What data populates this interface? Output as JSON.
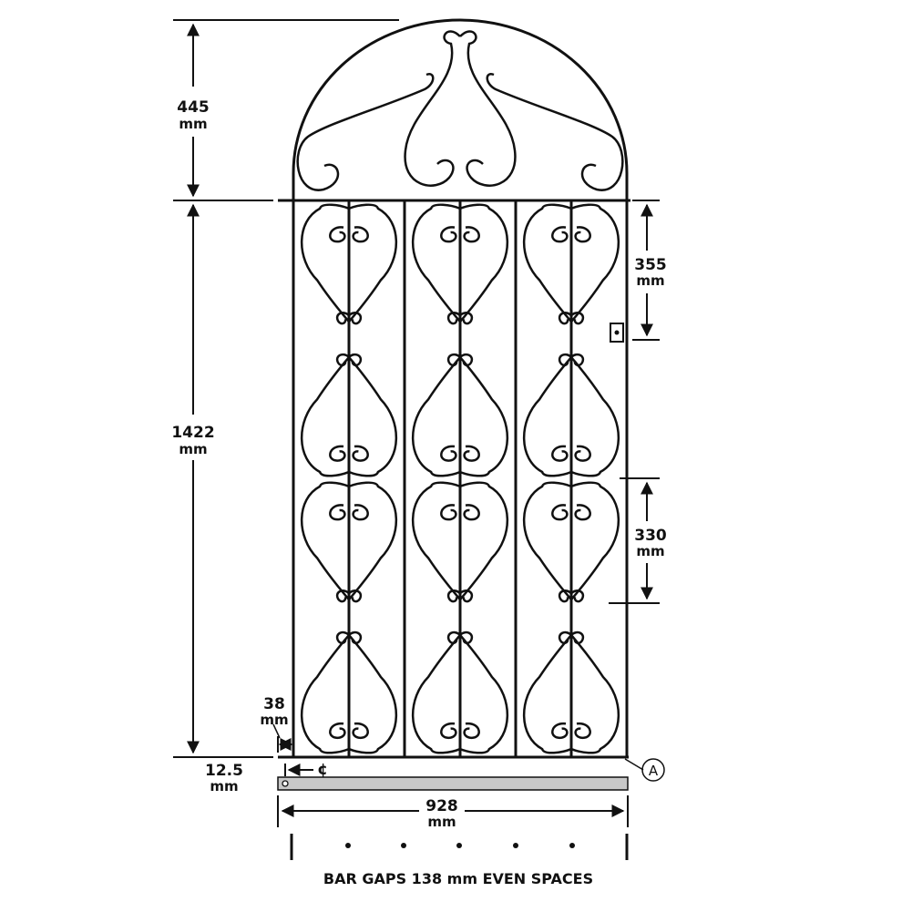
{
  "colors": {
    "ink": "#111111",
    "bottom_rail": "#c8c8c8"
  },
  "dimensions": {
    "arch_height": {
      "value": "445",
      "unit": "mm"
    },
    "gate_height": {
      "value": "1422",
      "unit": "mm"
    },
    "scroll_upper": {
      "value": "355",
      "unit": "mm"
    },
    "scroll_lower": {
      "value": "330",
      "unit": "mm"
    },
    "bar_offset": {
      "value": "38",
      "unit": "mm"
    },
    "hinge_offset": {
      "value": "12.5",
      "unit": "mm"
    },
    "total_width": {
      "value": "928",
      "unit": "mm"
    }
  },
  "centerline_symbol": "¢",
  "callout_label": "A",
  "caption": "BAR GAPS 138 mm EVEN SPACES"
}
